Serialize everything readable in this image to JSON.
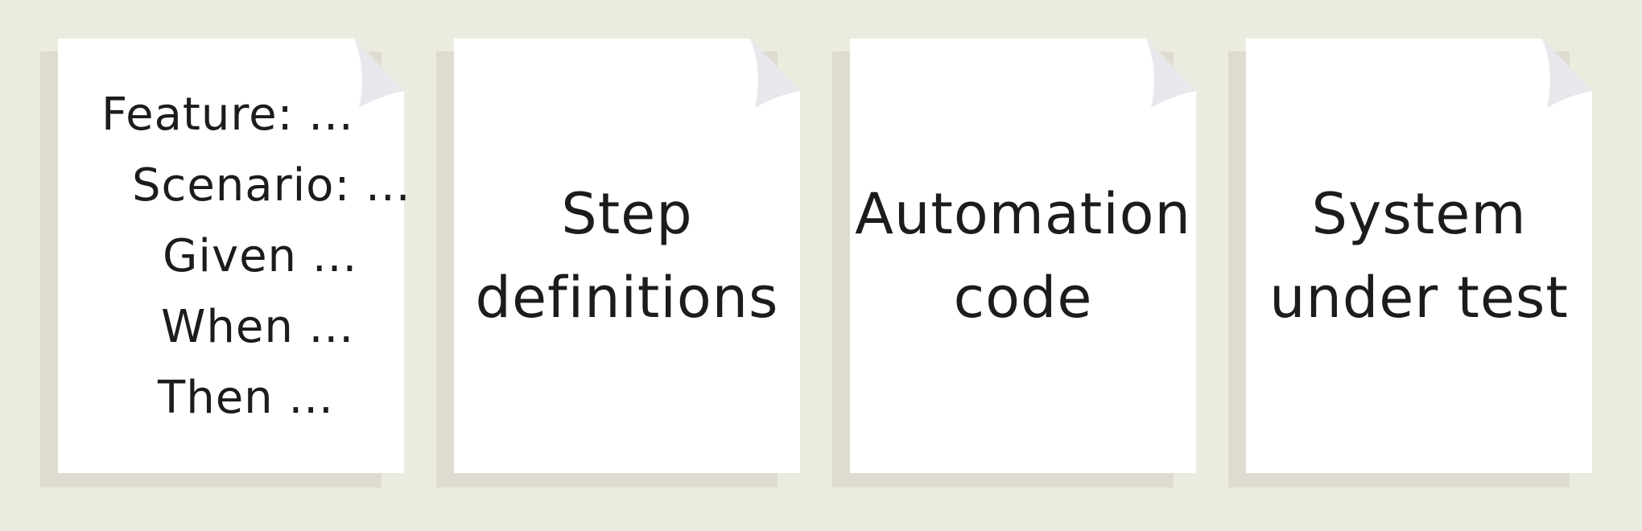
{
  "background_color": "#ecebdf",
  "cards": [
    {
      "kind": "gherkin",
      "lines": [
        "Feature: ...",
        "Scenario: ...",
        "Given ...",
        "When ...",
        "Then ..."
      ]
    },
    {
      "kind": "label",
      "lines": [
        "Step",
        "definitions"
      ]
    },
    {
      "kind": "label",
      "lines": [
        "Automation",
        "code"
      ]
    },
    {
      "kind": "label",
      "lines": [
        "System",
        "under test"
      ]
    }
  ]
}
